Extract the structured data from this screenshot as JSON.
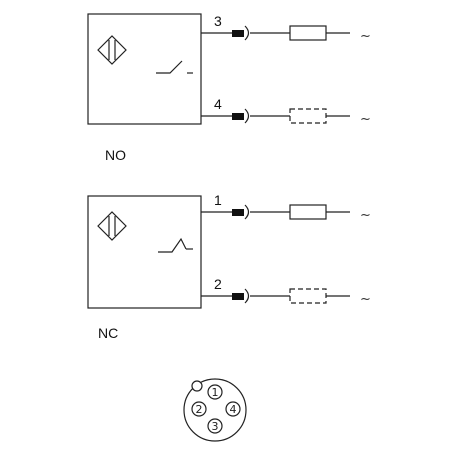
{
  "no_section": {
    "label": "NO",
    "pins": [
      "3",
      "4"
    ],
    "ends": [
      "~",
      "~"
    ]
  },
  "nc_section": {
    "label": "NC",
    "pins": [
      "1",
      "2"
    ],
    "ends": [
      "~",
      "~"
    ]
  },
  "connector": {
    "pins": [
      "1",
      "2",
      "3",
      "4"
    ]
  },
  "colors": {
    "line": "#222222"
  }
}
